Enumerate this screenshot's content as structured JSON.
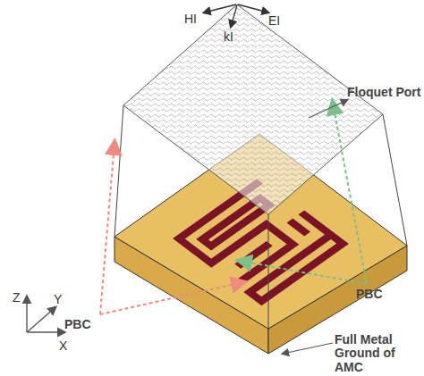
{
  "diagram": {
    "labels": [
      "HI",
      "EI",
      "kI",
      "Floquet Port",
      "PBC",
      "PBC",
      "Full Metal Ground of AMC",
      "Z",
      "Y",
      "X"
    ]
  }
}
